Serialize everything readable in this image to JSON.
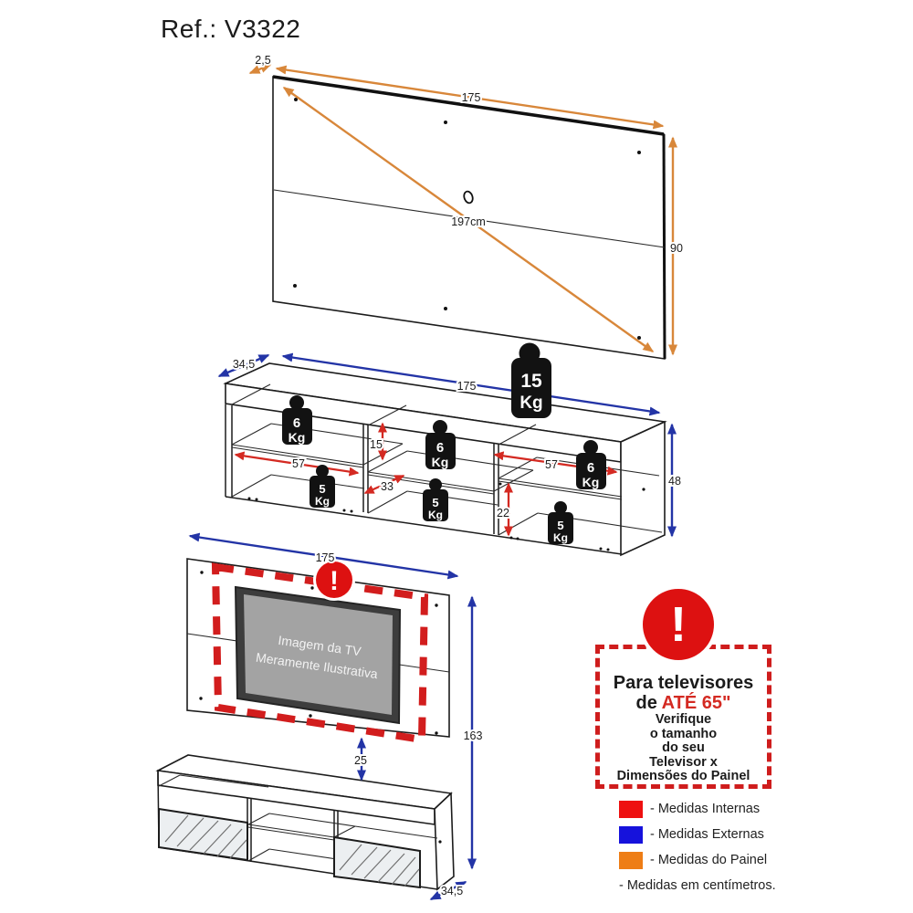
{
  "title": "Ref.: V3322",
  "panel": {
    "thickness": "2,5",
    "width": "175",
    "height": "90",
    "diagonal": "197cm"
  },
  "rack": {
    "depth": "34,5",
    "width": "175",
    "height": "48",
    "left_width": "57",
    "shelf_height": "15",
    "middle_depth": "33",
    "right_width": "57",
    "right_lower_height": "22"
  },
  "weights": {
    "unit": "Kg",
    "panel_max": "15",
    "shelf_max": "6",
    "lower_max": "5"
  },
  "combo": {
    "width": "175",
    "total_height": "163",
    "panel_gap": "25",
    "depth": "34,5"
  },
  "tv_note": {
    "line1": "Imagem da TV",
    "line2": "Meramente Ilustrativa"
  },
  "warning": {
    "exclamation": "!",
    "line1": "Para televisores",
    "line2_prefix": "de",
    "line2_highlight": "ATÉ 65\"",
    "line3": "Verifique",
    "line4": "o tamanho",
    "line5": "do seu",
    "line6": "Televisor x",
    "line7": "Dimensões do Painel"
  },
  "legend": {
    "internas": "- Medidas Internas",
    "externas": "- Medidas Externas",
    "painel": "- Medidas do Painel",
    "note": "- Medidas em centímetros."
  },
  "colors": {
    "internal_red": "#d42a22",
    "external_blue": "#2334a6",
    "panel_orange": "#d8873a",
    "warning_red": "#dd1111",
    "legend_red": "#ee1010",
    "legend_blue": "#1612dc",
    "legend_orange": "#ee7d15"
  }
}
